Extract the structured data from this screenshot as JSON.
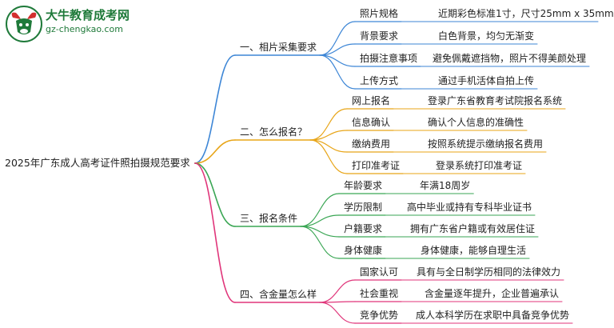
{
  "brand": {
    "title": "大牛教育成考网",
    "url": "gz-chengkao.com",
    "accent_color": "#1f7a3a",
    "logo_icon": "bull-head-logo"
  },
  "root": "2025年广东成人高考证件照拍摄规范要求",
  "branches": [
    {
      "label": "一、相片采集要求",
      "color": "#3d86d6",
      "children": [
        {
          "label": "照片规格",
          "value": "近期彩色标准1寸，尺寸25mm x 35mm"
        },
        {
          "label": "背景要求",
          "value": "白色背景，均匀无渐变"
        },
        {
          "label": "拍摄注意事项",
          "value": "避免佩戴遮挡物，照片不得美颜处理"
        },
        {
          "label": "上传方式",
          "value": "通过手机活体自拍上传"
        }
      ]
    },
    {
      "label": "二、怎么报名？",
      "color": "#e8a517",
      "children": [
        {
          "label": "网上报名",
          "value": "登录广东省教育考试院报名系统"
        },
        {
          "label": "信息确认",
          "value": "确认个人信息的准确性"
        },
        {
          "label": "缴纳费用",
          "value": "按照系统提示缴纳报名费用"
        },
        {
          "label": "打印准考证",
          "value": "登录系统打印准考证"
        }
      ]
    },
    {
      "label": "三、报名条件",
      "color": "#3aa654",
      "children": [
        {
          "label": "年龄要求",
          "value": "年满18周岁"
        },
        {
          "label": "学历限制",
          "value": "高中毕业或持有专科毕业证书"
        },
        {
          "label": "户籍要求",
          "value": "拥有广东省户籍或有效居住证"
        },
        {
          "label": "身体健康",
          "value": "身体健康，能够自理生活"
        }
      ]
    },
    {
      "label": "四、含金量怎么样",
      "color": "#e0357a",
      "children": [
        {
          "label": "国家认可",
          "value": "具有与全日制学历相同的法律效力"
        },
        {
          "label": "社会重视",
          "value": "含金量逐年提升，企业普遍承认"
        },
        {
          "label": "竞争优势",
          "value": "成人本科学历在求职中具备竞争优势"
        }
      ]
    }
  ]
}
